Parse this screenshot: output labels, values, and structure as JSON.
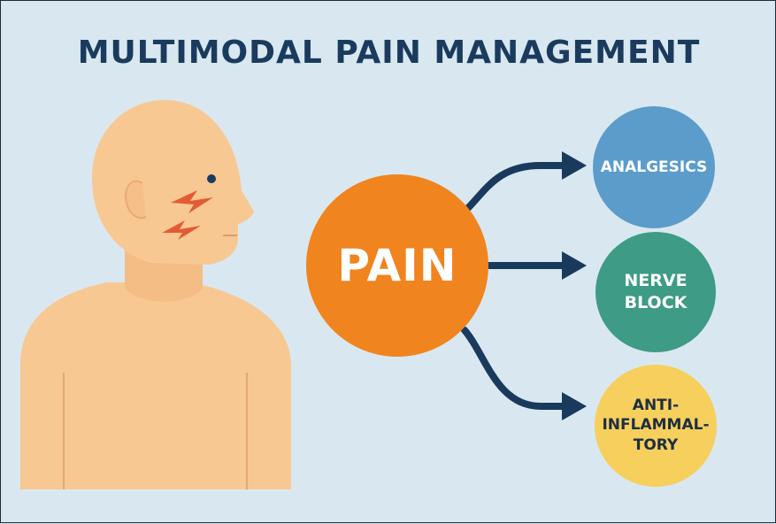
{
  "title": "MULTIMODAL PAIN MANAGEMENT",
  "center_node": {
    "label": "PAIN",
    "color": "#f0841e"
  },
  "nodes": [
    {
      "label": "ANALGESICS",
      "color": "#5b9ccb"
    },
    {
      "label": "NERVE\nBLOCK",
      "color": "#3e9b85"
    },
    {
      "label": "ANTI-\nINFLAMMAL-\nTORY",
      "color": "#f6cf5d"
    }
  ],
  "colors": {
    "background": "#d9e8f0",
    "title": "#1a3b5e",
    "arrow": "#193a5c",
    "skin": "#f8c893",
    "pain_mark": "#e25b35"
  }
}
